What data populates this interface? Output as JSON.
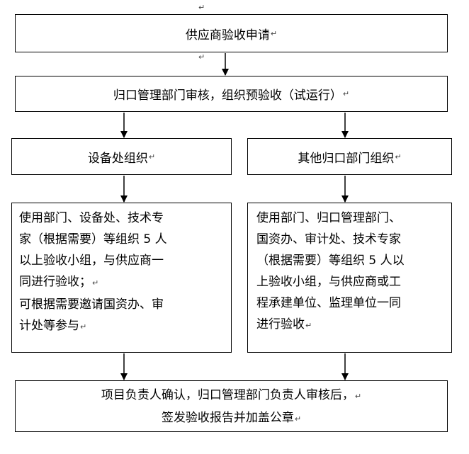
{
  "mark": "↵",
  "boxes": {
    "apply": "供应商验收申请",
    "review": "归口管理部门审核，组织预验收（试运行）",
    "left_org": "设备处组织",
    "right_org": "其他归口部门组织",
    "left_detail_1": [
      "使用部门、设备处、技术专",
      "家（根据需要）等组织 5 人",
      "以上验收小组，与供应商一",
      "同进行验收；"
    ],
    "left_detail_2": [
      "可根据需要邀请国资办、审",
      "计处等参与"
    ],
    "right_detail": [
      "使用部门、归口管理部门、",
      "国资办、审计处、技术专家",
      "（根据需要）等组织 5 人以",
      "上验收小组，与供应商或工",
      "程承建单位、监理单位一同",
      "进行验收"
    ],
    "final": [
      "项目负责人确认，归口管理部门负责人审核后，",
      "签发验收报告并加盖公章"
    ]
  },
  "colors": {
    "border": "#000000",
    "background": "#ffffff"
  }
}
